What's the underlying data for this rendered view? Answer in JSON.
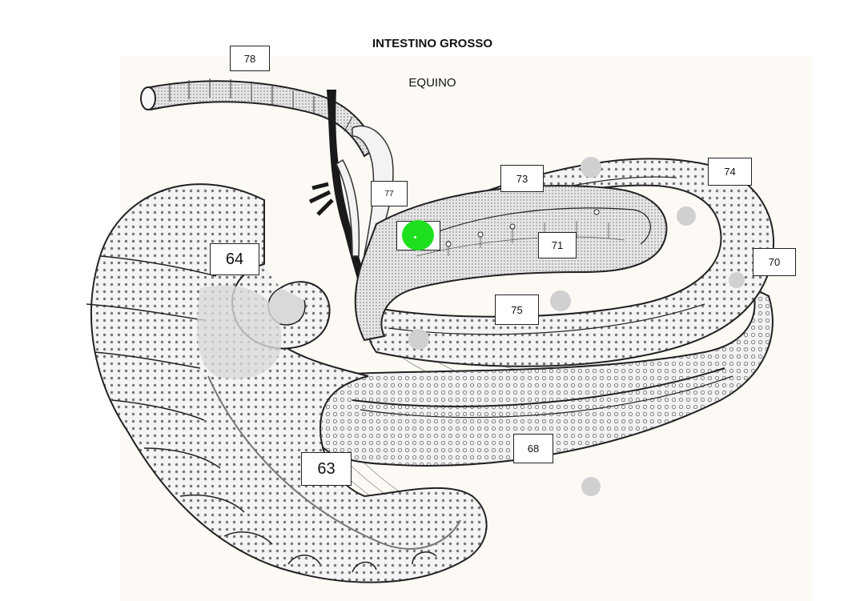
{
  "title": "INTESTINO GROSSO",
  "subtitle": "EQUINO",
  "labels": {
    "l78": "78",
    "l77": "77",
    "l73": "73",
    "l74": "74",
    "l71": "71",
    "l70": "70",
    "l64": "64",
    "l75": "75",
    "l68": "68",
    "l63": "63"
  },
  "colors": {
    "highlight": "#1fe01f",
    "organ_fill": "#d9d9d9",
    "outline": "#222222",
    "mesentery_vessel": "#1a1a1a"
  }
}
